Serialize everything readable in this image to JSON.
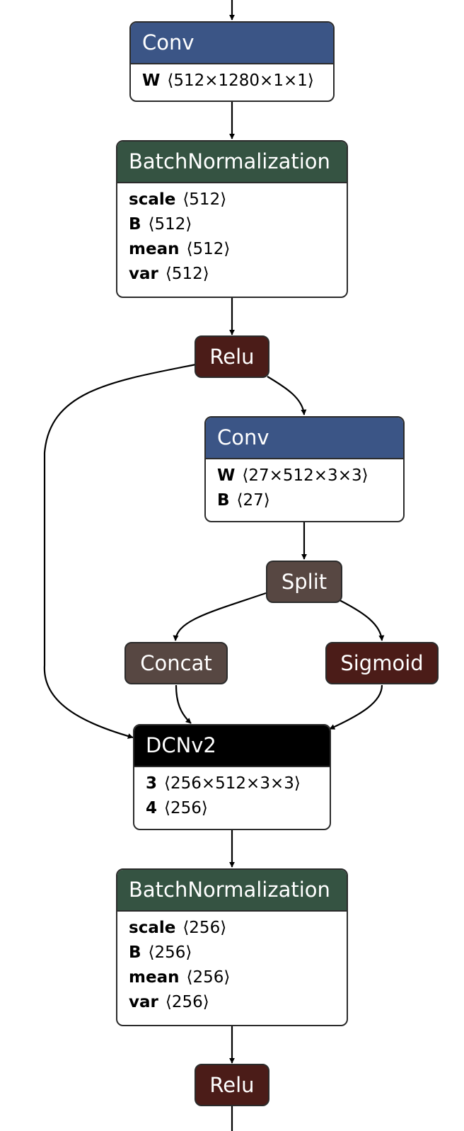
{
  "colors": {
    "layer_header": "#3b5586",
    "normalization_header": "#355342",
    "activation": "#4b1c18",
    "tensor_op": "#574742",
    "custom_op": "#000000",
    "edge": "#000000"
  },
  "nodes": {
    "conv1": {
      "title": "Conv",
      "attrs": [
        {
          "key": "W",
          "value": "⟨512×1280×1×1⟩"
        }
      ]
    },
    "bn1": {
      "title": "BatchNormalization",
      "attrs": [
        {
          "key": "scale",
          "value": "⟨512⟩"
        },
        {
          "key": "B",
          "value": "⟨512⟩"
        },
        {
          "key": "mean",
          "value": "⟨512⟩"
        },
        {
          "key": "var",
          "value": "⟨512⟩"
        }
      ]
    },
    "relu1": {
      "title": "Relu"
    },
    "conv2": {
      "title": "Conv",
      "attrs": [
        {
          "key": "W",
          "value": "⟨27×512×3×3⟩"
        },
        {
          "key": "B",
          "value": "⟨27⟩"
        }
      ]
    },
    "split": {
      "title": "Split"
    },
    "concat": {
      "title": "Concat"
    },
    "sigmoid": {
      "title": "Sigmoid"
    },
    "dcnv2": {
      "title": "DCNv2",
      "attrs": [
        {
          "key": "3",
          "value": "⟨256×512×3×3⟩"
        },
        {
          "key": "4",
          "value": "⟨256⟩"
        }
      ]
    },
    "bn2": {
      "title": "BatchNormalization",
      "attrs": [
        {
          "key": "scale",
          "value": "⟨256⟩"
        },
        {
          "key": "B",
          "value": "⟨256⟩"
        },
        {
          "key": "mean",
          "value": "⟨256⟩"
        },
        {
          "key": "var",
          "value": "⟨256⟩"
        }
      ]
    },
    "relu2": {
      "title": "Relu"
    }
  },
  "edges": [
    {
      "from": "input",
      "to": "conv1"
    },
    {
      "from": "conv1",
      "to": "bn1"
    },
    {
      "from": "bn1",
      "to": "relu1"
    },
    {
      "from": "relu1",
      "to": "conv2"
    },
    {
      "from": "relu1",
      "to": "dcnv2"
    },
    {
      "from": "conv2",
      "to": "split"
    },
    {
      "from": "split",
      "to": "concat"
    },
    {
      "from": "split",
      "to": "sigmoid"
    },
    {
      "from": "concat",
      "to": "dcnv2"
    },
    {
      "from": "sigmoid",
      "to": "dcnv2"
    },
    {
      "from": "dcnv2",
      "to": "bn2"
    },
    {
      "from": "bn2",
      "to": "relu2"
    },
    {
      "from": "relu2",
      "to": "output"
    }
  ]
}
